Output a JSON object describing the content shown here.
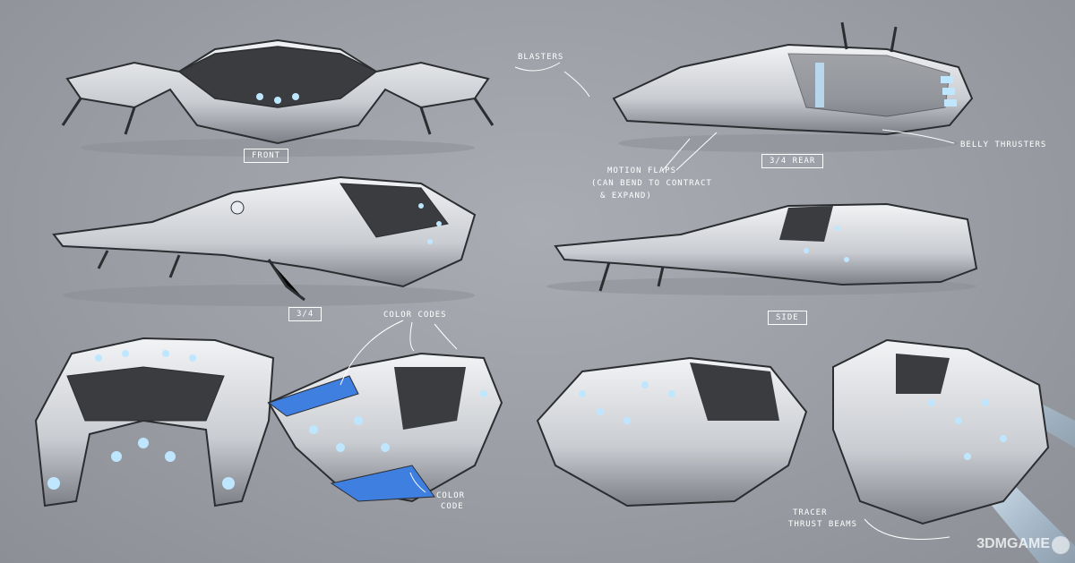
{
  "labels": {
    "front": "FRONT",
    "rear34": "3/4 REAR",
    "view34": "3/4",
    "side": "SIDE",
    "blasters": "BLASTERS",
    "belly_thrusters": "BELLY THRUSTERS",
    "motion_flaps_1": "MOTION FLAPS",
    "motion_flaps_2": "(CAN BEND TO CONTRACT",
    "motion_flaps_3": "& EXPAND)",
    "color_codes": "COLOR CODES",
    "color_code_1": "COLOR",
    "color_code_2": "CODE",
    "tracer_1": "TRACER",
    "tracer_2": "THRUST BEAMS"
  },
  "watermark": "3DMGAME",
  "colors": {
    "background": "#9a9da4",
    "hull": "#dfe1e4",
    "hull_shadow": "#6f7278",
    "ink": "#2b2d31",
    "accent_blue": "#3f7fe0",
    "thrust_glow": "#bfe6ff"
  }
}
